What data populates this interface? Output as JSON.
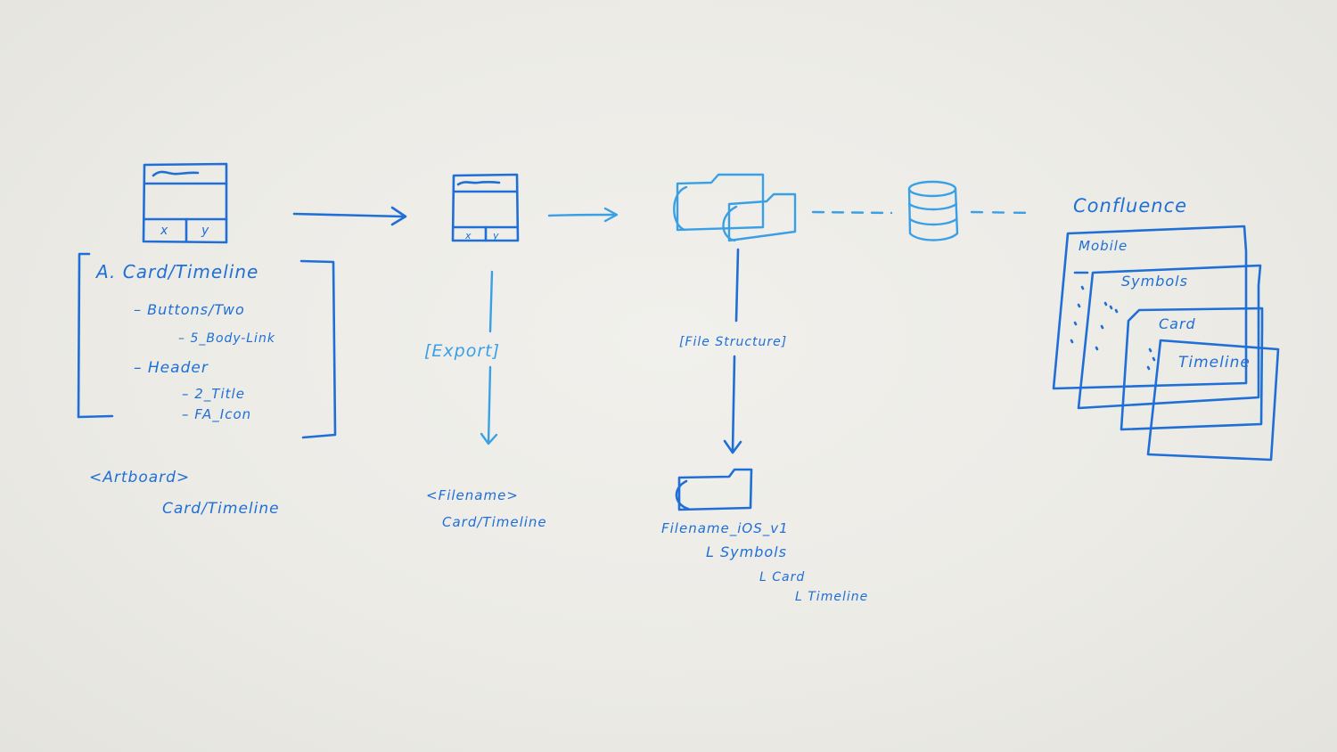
{
  "colors": {
    "ink": "#1f6fd6",
    "ink_light": "#3aa0e6",
    "board": "#eeede9"
  },
  "mockup_small": {
    "left_cell": "x",
    "right_cell": "y"
  },
  "mockup_mid": {
    "left_cell": "x",
    "right_cell": "y"
  },
  "layer_list": {
    "item_a": "A.  Card/Timeline",
    "item_buttons": "– Buttons/Two",
    "item_body_link": "– 5_Body-Link",
    "item_header": "– Header",
    "item_title": "– 2_Title",
    "item_icon": "– FA_Icon"
  },
  "artboard": {
    "tag": "<Artboard>",
    "name": "Card/Timeline"
  },
  "export": {
    "label": "[Export]"
  },
  "filename": {
    "tag": "<Filename>",
    "name": "Card/Timeline"
  },
  "file_structure": {
    "label": "[File Structure]"
  },
  "file_tree": {
    "root": "Filename_iOS_v1",
    "level1": "L Symbols",
    "level2": "L Card",
    "level3": "L Timeline"
  },
  "confluence": {
    "title": "Confluence",
    "pages": [
      "Mobile",
      "Symbols",
      "Card",
      "Timeline"
    ]
  }
}
